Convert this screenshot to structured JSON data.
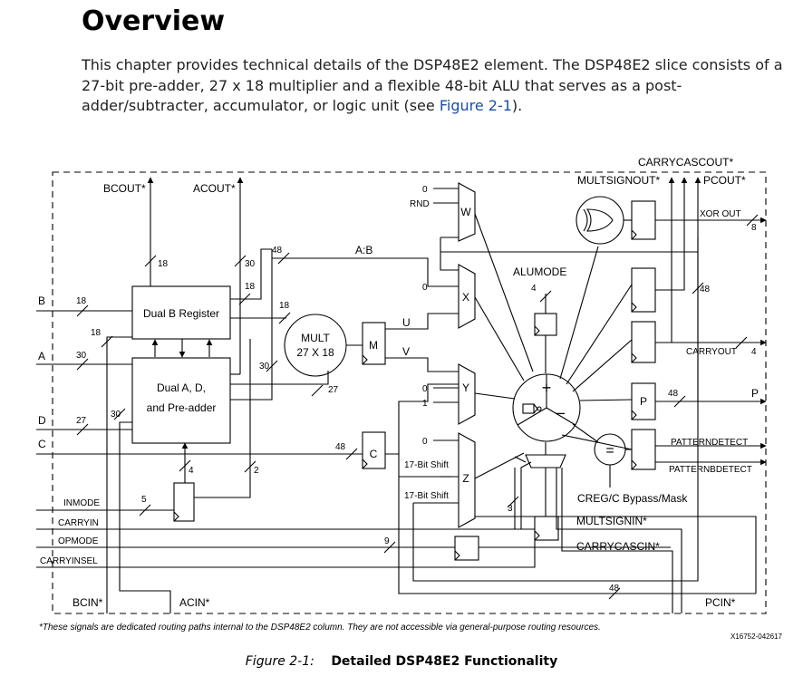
{
  "page": {
    "heading": "Overview",
    "intro_text": "This chapter provides technical details of the DSP48E2 element. The DSP48E2 slice consists of a 27-bit pre-adder, 27 x 18 multiplier and a flexible 48-bit ALU that serves as a post-adder/subtracter, accumulator, or logic unit (see",
    "intro_link": "Figure 2-1",
    "intro_end": ").",
    "caption_number": "Figure 2-1:",
    "caption_title": "Detailed DSP48E2 Functionality"
  },
  "diagram": {
    "inputs": {
      "b": "B",
      "a": "A",
      "d": "D",
      "c": "C",
      "inmode": "INMODE",
      "carryin": "CARRYIN",
      "opmode": "OPMODE",
      "carryinsel": "CARRYINSEL"
    },
    "outputs": {
      "bcout": "BCOUT*",
      "acout": "ACOUT*",
      "carrycascout": "CARRYCASCOUT*",
      "multsignout": "MULTSIGNOUT*",
      "pcout": "PCOUT*",
      "xor_out": "XOR OUT",
      "carryout": "CARRYOUT",
      "p": "P",
      "patterndetect": "PATTERNDETECT",
      "patternbdetect": "PATTERNBDETECT"
    },
    "cascade_in": {
      "bcin": "BCIN*",
      "acin": "ACIN*",
      "multsignin": "MULTSIGNIN*",
      "carrycascin": "CARRYCASCIN*",
      "pcin": "PCIN*"
    },
    "blocks": {
      "dual_b": "Dual B Register",
      "dual_ad_line1": "Dual A, D,",
      "dual_ad_line2": "and Pre-adder",
      "mult_line1": "MULT",
      "mult_line2": "27 X 18",
      "m_reg": "M",
      "c_reg": "C",
      "p_reg": "P",
      "mux_w": "W",
      "mux_x": "X",
      "mux_y": "Y",
      "mux_z": "Z",
      "alumode": "ALUMODE",
      "creg_bypass": "CREG/C Bypass/Mask",
      "ab": "A:B",
      "u": "U",
      "v": "V",
      "shift1": "17-Bit Shift",
      "shift2": "17-Bit Shift",
      "rnd": "RND",
      "plus": "+",
      "minus": "–",
      "equals": "="
    },
    "widths": {
      "bcout": "18",
      "acout": "30",
      "b": "18",
      "b_fb": "18",
      "a": "30",
      "d": "27",
      "a_fb": "30",
      "ab": "48",
      "b_mult": "18",
      "ba_up": "18",
      "a_mult": "30",
      "mult_out": "27",
      "c": "48",
      "inmode": "5",
      "inmode_a": "4",
      "inmode_b": "2",
      "opmode": "9",
      "alumode": "4",
      "carrysel": "3",
      "p": "48",
      "xor": "8",
      "carryout": "4",
      "pcout": "48",
      "pcin": "48"
    },
    "mux_consts": {
      "w0": "0",
      "x0": "0",
      "y0": "0",
      "y1": "1",
      "z0": "0"
    },
    "footnote": "*These signals are dedicated routing paths internal to the DSP48E2 column. They are not accessible via general-purpose routing resources.",
    "figure_id": "X16752-042617"
  }
}
